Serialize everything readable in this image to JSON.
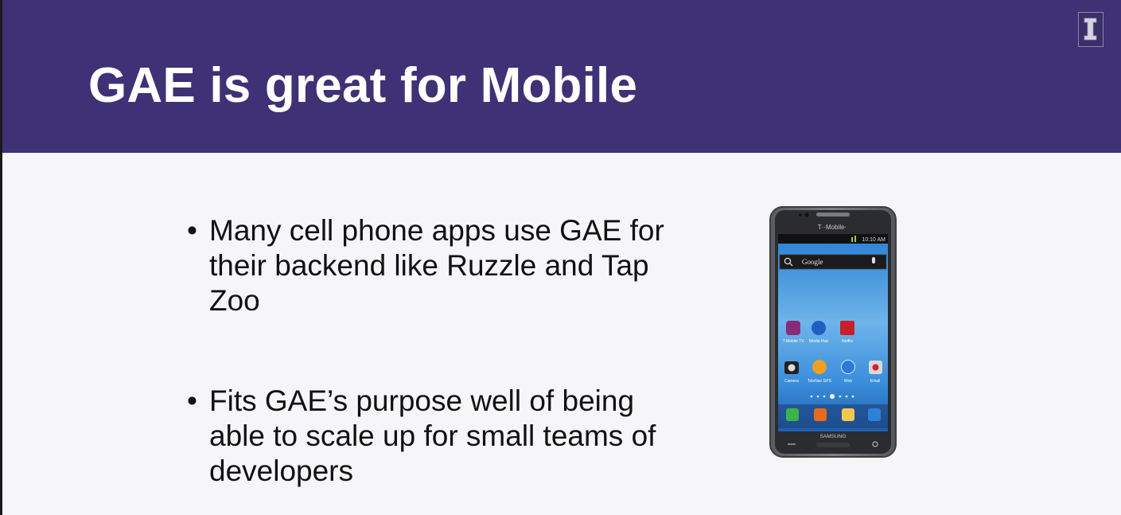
{
  "slide": {
    "title": "GAE is great for Mobile",
    "colors": {
      "header": "#3e3175",
      "background": "#f6f5f8",
      "text": "#111111"
    },
    "logo": {
      "icon": "university-block-i-icon"
    },
    "bullets": [
      {
        "marker": "•",
        "text": "Many cell phone apps use GAE for their backend like Ruzzle and Tap Zoo"
      },
      {
        "marker": "•",
        "text": "Fits GAE’s purpose well of being able to scale up for small teams of developers"
      }
    ]
  },
  "phone": {
    "carrier": "T··Mobile·",
    "status_time": "10:10 AM",
    "search_label": "Google",
    "apps_row1": [
      "T-Mobile TV",
      "Media Hub",
      "Netflix"
    ],
    "apps_row2": [
      "Camera",
      "TeleNav GPS",
      "Web",
      "Email"
    ],
    "brand": "SAMSUNG"
  }
}
